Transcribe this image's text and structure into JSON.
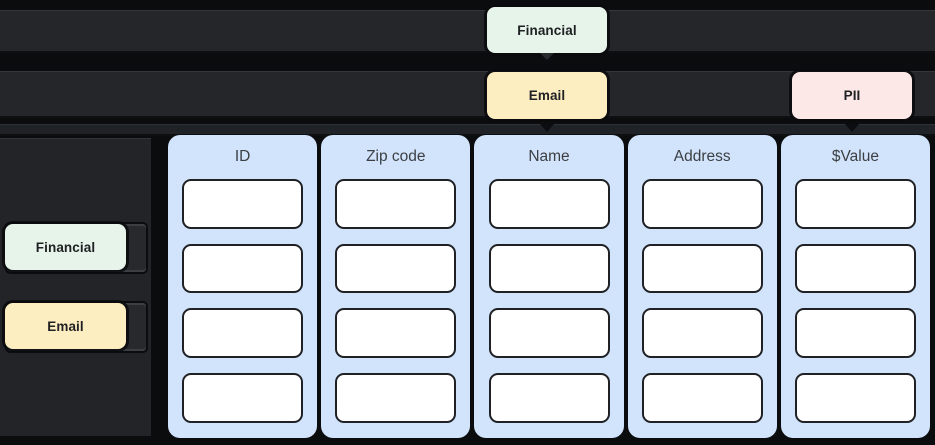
{
  "colors": {
    "background": "#0b0c0e",
    "bar": "#24262a",
    "bar_thin": "#1f2226",
    "panel": "#222428",
    "column_fill": "#d2e3fc",
    "cell_fill": "#ffffff",
    "cell_border": "#1f2124",
    "tag_financial": "#e6f4ea",
    "tag_email": "#fdeec1",
    "tag_pii": "#fce8e6",
    "tag_text": "#202124",
    "header_text": "#3c4043"
  },
  "top_tags": {
    "financial": {
      "label": "Financial"
    },
    "email": {
      "label": "Email"
    },
    "pii": {
      "label": "PII"
    }
  },
  "left_tags": {
    "financial": {
      "label": "Financial"
    },
    "email": {
      "label": "Email"
    }
  },
  "table": {
    "columns": [
      {
        "header": "ID"
      },
      {
        "header": "Zip code"
      },
      {
        "header": "Name"
      },
      {
        "header": "Address"
      },
      {
        "header": "$Value"
      }
    ],
    "rows_per_column": 4
  }
}
